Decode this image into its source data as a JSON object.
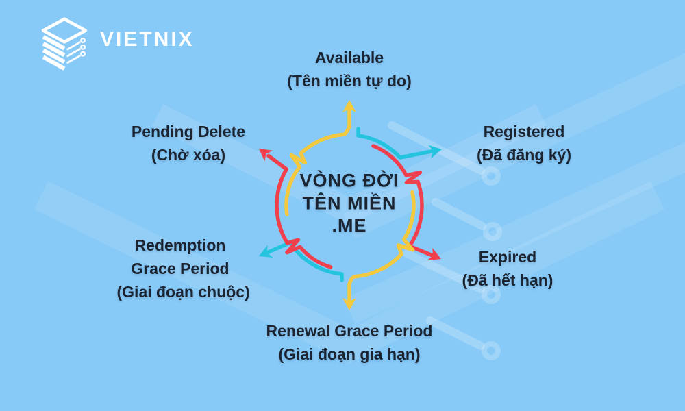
{
  "brand": {
    "name": "VIETNIX"
  },
  "center": {
    "line1": "VÒNG ĐỜI",
    "line2": "TÊN MIỀN",
    "line3": ".ME"
  },
  "stages": [
    {
      "key": "available",
      "title": "Available",
      "subtitle": "(Tên miền tự do)",
      "arrow_color": "#F3C93F",
      "position": "top"
    },
    {
      "key": "registered",
      "title": "Registered",
      "subtitle": "(Đã đăng ký)",
      "arrow_color": "#25C4DE",
      "position": "top-right"
    },
    {
      "key": "expired",
      "title": "Expired",
      "subtitle": "(Đã hết hạn)",
      "arrow_color": "#F0404E",
      "position": "bottom-right"
    },
    {
      "key": "renewal-grace-period",
      "title": "Renewal Grace Period",
      "subtitle": "(Giai đoạn gia hạn)",
      "arrow_color": "#F3C93F",
      "position": "bottom"
    },
    {
      "key": "redemption-grace-period",
      "title": "Redemption Grace Period",
      "subtitle": "(Giai đoạn chuộc)",
      "arrow_color": "#25C4DE",
      "position": "bottom-left"
    },
    {
      "key": "pending-delete",
      "title": "Pending Delete",
      "subtitle": "(Chờ xóa)",
      "arrow_color": "#F0404E",
      "position": "top-left"
    }
  ],
  "colors": {
    "background": "#87C9F7",
    "yellow": "#F3C93F",
    "cyan": "#25C4DE",
    "red": "#F0404E",
    "text": "#1B2430",
    "logo": "#FFFFFF"
  }
}
